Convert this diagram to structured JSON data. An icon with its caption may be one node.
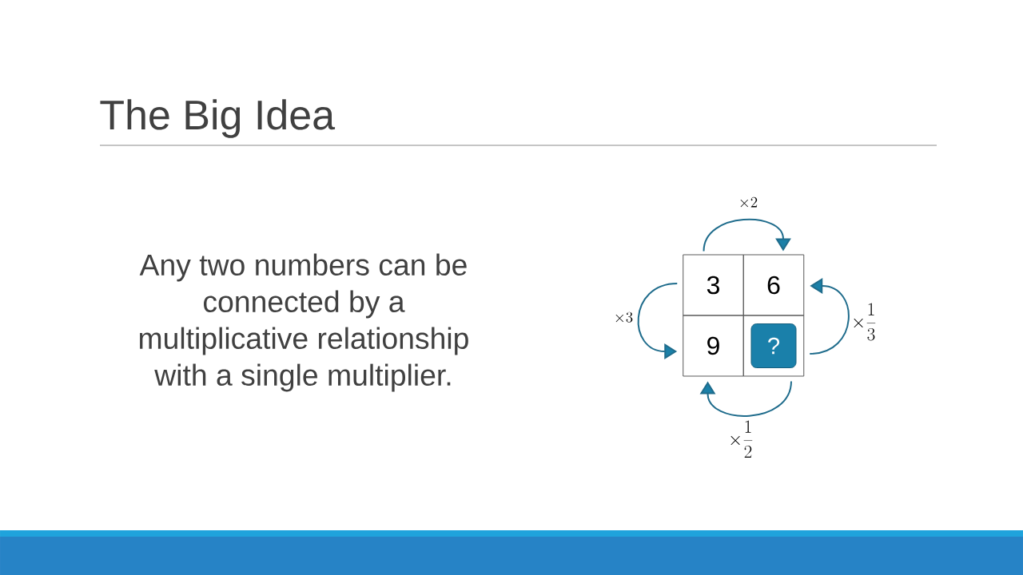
{
  "diagram": {
    "title": "The Big Idea",
    "nodes": [
      {
        "text": [
          "3"
        ]
      },
      {
        "text": [
          "6"
        ]
      },
      {
        "text": [
          "9"
        ]
      },
      {
        "text": [],
        "shape": "box"
      },
      {
        "text": [
          "?"
        ],
        "in": 3
      }
    ],
    "edges": [
      {
        "from": 0,
        "to": 1,
        "arrow": "to",
        "label": "\\times 2"
      },
      {
        "from": 0,
        "to": 2,
        "arrow": "to",
        "label": "\\times 3"
      },
      {
        "from": 3,
        "to": 1,
        "arrow": "to",
        "label": "\\times \\frac{1}{3}"
      },
      {
        "from": 3,
        "to": 2,
        "arrow": "to",
        "label": "\\times \\frac{1}{2}"
      }
    ],
    "labels": [
      "Any two numbers can be connected by a multiplicative relationship with a single multiplier."
    ]
  }
}
